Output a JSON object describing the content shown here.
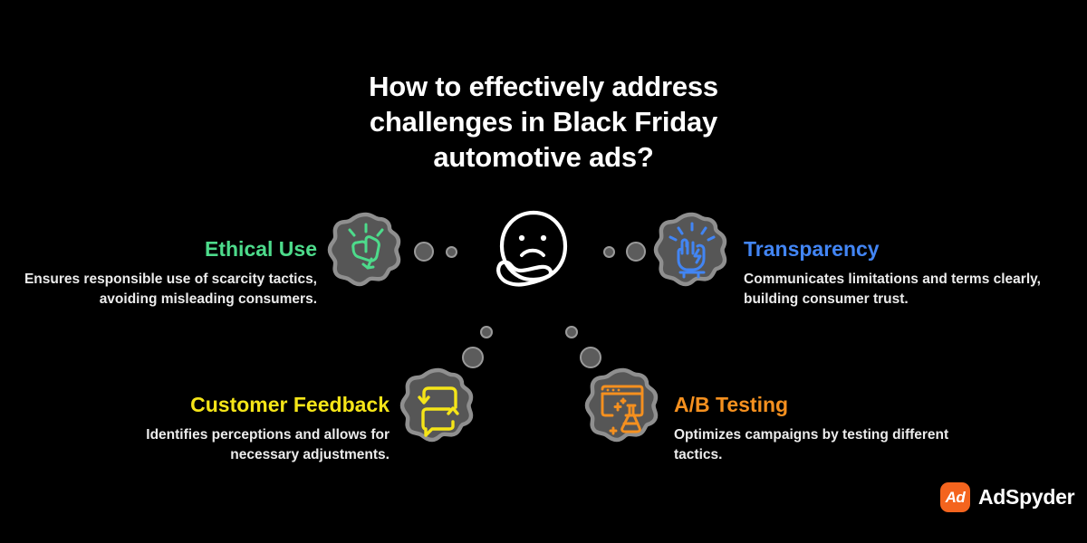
{
  "title": {
    "line1": "How to effectively address",
    "line2": "challenges in Black Friday",
    "line3": "automotive ads?",
    "color": "#ffffff"
  },
  "center": {
    "icon": "thinking-face-icon",
    "color": "#ffffff"
  },
  "palette": {
    "background": "#000000",
    "blob_fill": "#565656",
    "blob_stroke": "#8f8f8f",
    "dot_fill": "#5c5c5c",
    "dot_stroke": "#9a9a9a",
    "body_text": "#ececec"
  },
  "sections": [
    {
      "id": "ethical-use",
      "heading": "Ethical Use",
      "body": "Ensures responsible use of scarcity tactics, avoiding misleading consumers.",
      "color": "#4ddb8b",
      "icon": "fist-bump-icon",
      "align": "right"
    },
    {
      "id": "transparency",
      "heading": "Transparency",
      "body": "Communicates limitations and terms clearly, building consumer trust.",
      "color": "#4285f4",
      "icon": "raised-fist-icon",
      "align": "left"
    },
    {
      "id": "customer-feedback",
      "heading": "Customer Feedback",
      "body": "Identifies perceptions and allows for necessary adjustments.",
      "color": "#f5e518",
      "icon": "feedback-loop-icon",
      "align": "right"
    },
    {
      "id": "ab-testing",
      "heading": "A/B Testing",
      "body": "Optimizes campaigns by testing different tactics.",
      "color": "#f5901f",
      "icon": "browser-flask-icon",
      "align": "left"
    }
  ],
  "logo": {
    "mark_text": "Ad",
    "word": "AdSpyder",
    "mark_color": "#f4641e",
    "word_color": "#ffffff"
  }
}
